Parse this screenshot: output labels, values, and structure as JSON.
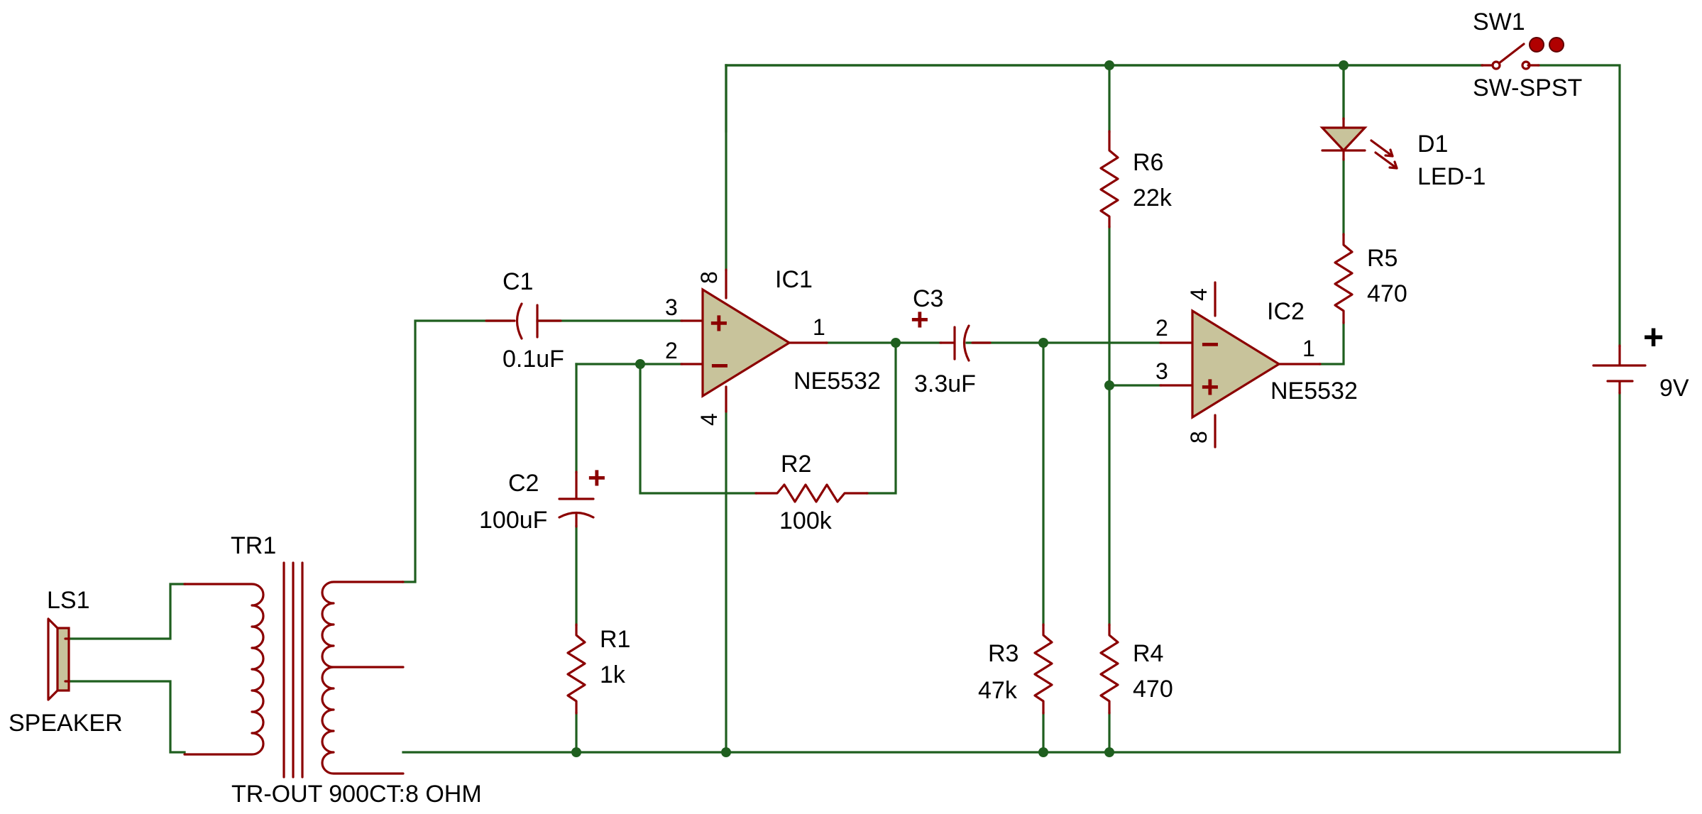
{
  "components": {
    "c1": {
      "ref": "C1",
      "value": "0.1uF"
    },
    "c2": {
      "ref": "C2",
      "value": "100uF",
      "polarity": "+"
    },
    "c3": {
      "ref": "C3",
      "value": "3.3uF",
      "polarity": "+"
    },
    "r1": {
      "ref": "R1",
      "value": "1k"
    },
    "r2": {
      "ref": "R2",
      "value": "100k"
    },
    "r3": {
      "ref": "R3",
      "value": "47k"
    },
    "r4": {
      "ref": "R4",
      "value": "470"
    },
    "r5": {
      "ref": "R5",
      "value": "470"
    },
    "r6": {
      "ref": "R6",
      "value": "22k"
    },
    "ic1": {
      "ref": "IC1",
      "value": "NE5532",
      "pins": {
        "vcc": "8",
        "noninv": "3",
        "inv": "2",
        "out": "1",
        "gnd": "4"
      }
    },
    "ic2": {
      "ref": "IC2",
      "value": "NE5532",
      "pins": {
        "gnd": "4",
        "inv": "2",
        "noninv": "3",
        "out": "1",
        "vcc": "8"
      }
    },
    "d1": {
      "ref": "D1",
      "value": "LED-1"
    },
    "sw1": {
      "ref": "SW1",
      "value": "SW-SPST"
    },
    "bat": {
      "value": "9V",
      "polarity": "+"
    },
    "tr1": {
      "ref": "TR1",
      "value": "TR-OUT 900CT:8 OHM"
    },
    "ls1": {
      "ref": "LS1",
      "value": "SPEAKER"
    }
  },
  "opamp_signs": {
    "plus": "+",
    "minus": "−"
  },
  "colors": {
    "wire": "#1F5F1F",
    "component": "#8B0000",
    "body_fill": "#C8C39B",
    "switch_terminal": "#B00000",
    "background": "#FFFFFF"
  }
}
